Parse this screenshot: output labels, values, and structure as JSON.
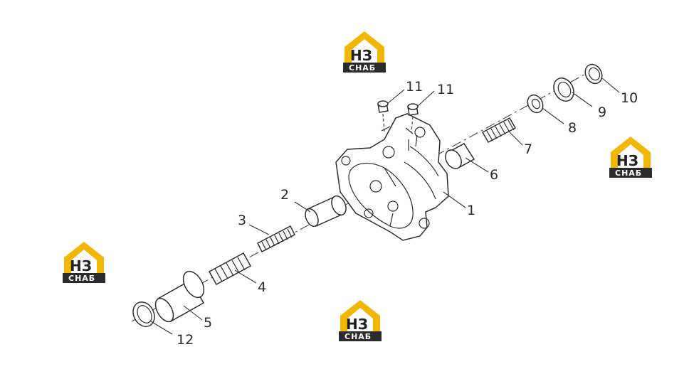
{
  "diagram": {
    "watermark": {
      "logo_letters": "НЗ",
      "brand": "СНАБ",
      "colors": {
        "yellow": "#f2b705",
        "dark": "#2b2b2b"
      }
    },
    "callouts": [
      "1",
      "2",
      "3",
      "4",
      "5",
      "6",
      "7",
      "8",
      "9",
      "10",
      "11",
      "11",
      "12"
    ]
  }
}
